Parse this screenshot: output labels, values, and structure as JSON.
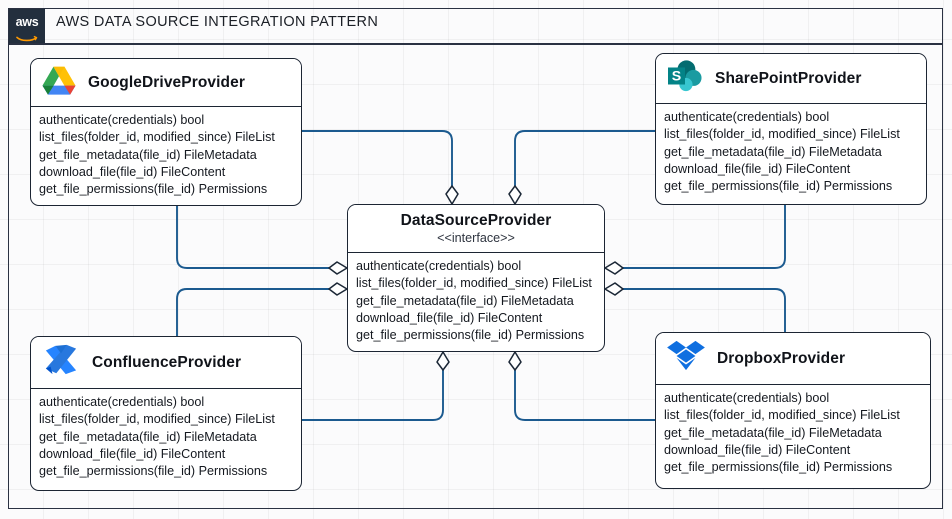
{
  "header": {
    "logo_text": "aws",
    "logo_icon": "aws-logo",
    "title": "AWS DATA SOURCE INTEGRATION PATTERN"
  },
  "colors": {
    "frame_border": "#2a3142",
    "aws_navy": "#232F3E",
    "box_border": "#1c2533",
    "connector": "#1b5a8f",
    "canvas": "#fbfbfc"
  },
  "interface_box": {
    "name": "DataSourceProvider",
    "stereotype": "<<interface>>",
    "methods": [
      "authenticate(credentials) bool",
      "list_files(folder_id, modified_since) FileList",
      "get_file_metadata(file_id) FileMetadata",
      "download_file(file_id) FileContent",
      "get_file_permissions(file_id) Permissions"
    ]
  },
  "providers": [
    {
      "id": "gdrive",
      "name": "GoogleDriveProvider",
      "logo": "google-drive-logo",
      "methods": [
        "authenticate(credentials) bool",
        "list_files(folder_id, modified_since) FileList",
        "get_file_metadata(file_id) FileMetadata",
        "download_file(file_id) FileContent",
        "get_file_permissions(file_id) Permissions"
      ]
    },
    {
      "id": "sharepoint",
      "name": "SharePointProvider",
      "logo": "sharepoint-logo",
      "methods": [
        "authenticate(credentials) bool",
        "list_files(folder_id, modified_since) FileList",
        "get_file_metadata(file_id) FileMetadata",
        "download_file(file_id) FileContent",
        "get_file_permissions(file_id) Permissions"
      ]
    },
    {
      "id": "confluence",
      "name": "ConfluenceProvider",
      "logo": "confluence-logo",
      "methods": [
        "authenticate(credentials) bool",
        "list_files(folder_id, modified_since) FileList",
        "get_file_metadata(file_id) FileMetadata",
        "download_file(file_id) FileContent",
        "get_file_permissions(file_id) Permissions"
      ]
    },
    {
      "id": "dropbox",
      "name": "DropboxProvider",
      "logo": "dropbox-logo",
      "methods": [
        "authenticate(credentials) bool",
        "list_files(folder_id, modified_since) FileList",
        "get_file_metadata(file_id) FileMetadata",
        "download_file(file_id) FileContent",
        "get_file_permissions(file_id) Permissions"
      ]
    }
  ],
  "connectors": [
    {
      "from": "gdrive",
      "to": "interface_box",
      "arrow": "hollow-diamond",
      "side": "top-left"
    },
    {
      "from": "sharepoint",
      "to": "interface_box",
      "arrow": "hollow-diamond",
      "side": "top-right"
    },
    {
      "from": "confluence",
      "to": "interface_box",
      "arrow": "hollow-diamond",
      "side": "bottom-left"
    },
    {
      "from": "dropbox",
      "to": "interface_box",
      "arrow": "hollow-diamond",
      "side": "bottom-right"
    },
    {
      "from": "gdrive",
      "to": "interface_box",
      "arrow": "hollow-diamond",
      "side": "left-upper"
    },
    {
      "from": "confluence",
      "to": "interface_box",
      "arrow": "hollow-diamond",
      "side": "left-lower"
    },
    {
      "from": "sharepoint",
      "to": "interface_box",
      "arrow": "hollow-diamond",
      "side": "right-upper"
    },
    {
      "from": "dropbox",
      "to": "interface_box",
      "arrow": "hollow-diamond",
      "side": "right-lower"
    }
  ]
}
